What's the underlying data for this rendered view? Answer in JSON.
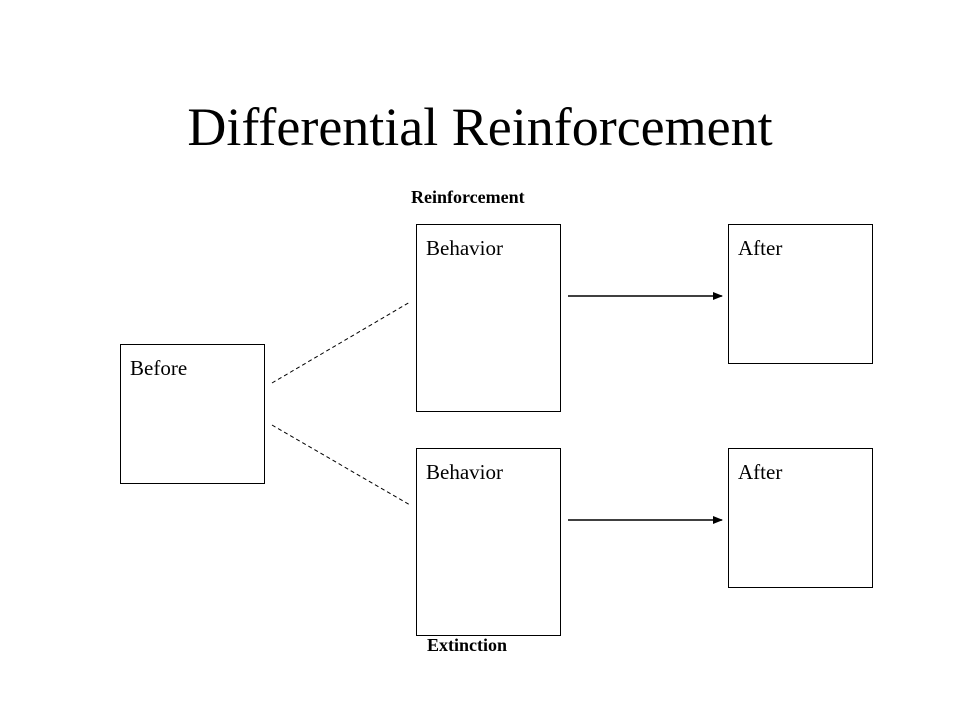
{
  "title": "Differential Reinforcement",
  "labels": {
    "reinforcement": "Reinforcement",
    "extinction": "Extinction"
  },
  "boxes": {
    "before": "Before",
    "behavior_top": "Behavior",
    "after_top": "After",
    "behavior_bottom": "Behavior",
    "after_bottom": "After"
  }
}
